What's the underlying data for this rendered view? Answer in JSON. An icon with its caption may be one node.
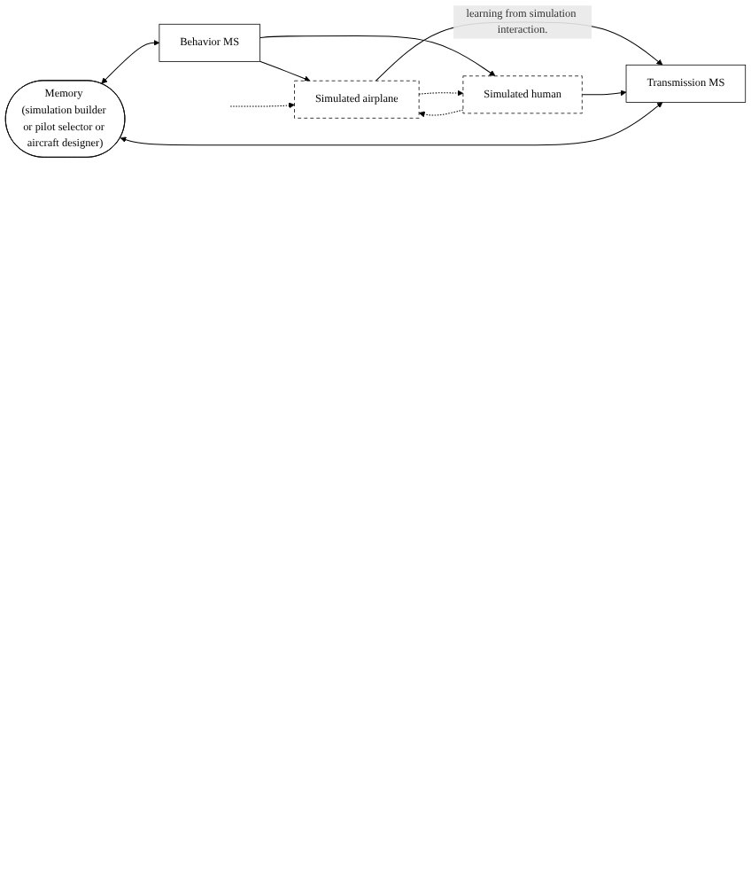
{
  "diagram": {
    "nodes": [
      {
        "text": [
          "Memory (simulation builder or pilot selector or aircraft designer)"
        ]
      },
      {
        "text": [
          "Behavior MS"
        ]
      },
      {
        "text": [
          "Simulated airplane"
        ]
      },
      {
        "text": [
          "Simulated human"
        ]
      },
      {
        "text": [
          "Transmission MS"
        ]
      }
    ],
    "edges": [
      {
        "from": 0,
        "to": 1,
        "arrow": "both"
      },
      {
        "from": 1,
        "to": 2,
        "arrow": "to"
      },
      {
        "from": 1,
        "to": 3,
        "arrow": "to"
      },
      {
        "from": null,
        "to": 2,
        "arrow": "to",
        "style": "dashed"
      },
      {
        "from": 3,
        "to": 2,
        "arrow": "to",
        "style": "dashed"
      },
      {
        "from": 2,
        "to": 3,
        "arrow": "to",
        "style": "dashed"
      },
      {
        "from": 2,
        "to": 4,
        "arrow": "to",
        "label": "learning from simulation interaction."
      },
      {
        "from": 3,
        "to": 4,
        "arrow": "to"
      },
      {
        "from": 0,
        "to": 4,
        "arrow": "both"
      }
    ]
  }
}
